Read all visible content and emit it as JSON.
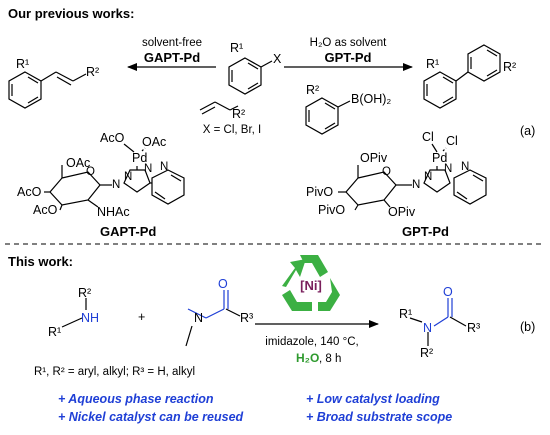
{
  "previous": {
    "heading": "Our previous works:",
    "left_condition": "solvent-free",
    "left_catalyst": "GAPT-Pd",
    "right_condition": "H₂O as solvent",
    "right_catalyst": "GPT-Pd",
    "halide_label": "X = Cl, Br, I",
    "aryl_sub": "R¹",
    "aryl_x": "X",
    "alkene_sub": "R²",
    "product_left_r1": "R¹",
    "product_left_r2": "R²",
    "product_right_r1": "R¹",
    "product_right_r2": "R²",
    "boronic_r2": "R²",
    "boronic_group": "B(OH)₂",
    "panel_label": "(a)",
    "gapt_name": "GAPT-Pd",
    "gpt_name": "GPT-Pd",
    "gapt_labels": {
      "oac_top1": "AcO",
      "oac_top2": "OAc",
      "pd": "Pd",
      "oac_sugar1": "OAc",
      "oac_sugar2": "AcO",
      "oac_sugar3": "AcO",
      "nhac": "NHAc",
      "o": "O",
      "n1": "N",
      "n2": "N",
      "n3": "N",
      "npy": "N"
    },
    "gpt_labels": {
      "cl1": "Cl",
      "cl2": "Cl",
      "pd": "Pd",
      "opiv1": "OPiv",
      "opiv2": "PivO",
      "opiv3": "PivO",
      "opiv4": "OPiv",
      "o": "O",
      "n1": "N",
      "n2": "N",
      "n3": "N",
      "npy": "N"
    }
  },
  "current": {
    "heading": "This work:",
    "amine_r2": "R²",
    "amine_r1": "R¹",
    "amine_nh": "NH",
    "plus": "+",
    "amide_o": "O",
    "amide_n": "N",
    "amide_r3": "R³",
    "catalyst": "[Ni]",
    "conditions_1": "imidazole, 140 °C,",
    "conditions_water": "H₂O",
    "conditions_time": ", 8 h",
    "product_r1": "R¹",
    "product_n": "N",
    "product_r2": "R²",
    "product_o": "O",
    "product_r3": "R³",
    "substituents": "R¹, R² = aryl, alkyl; R³ = H, alkyl",
    "panel_label": "(b)",
    "advantages": [
      "+ Aqueous phase reaction",
      "+ Nickel catalyst can be reused",
      "+ Low catalyst loading",
      "+ Broad substrate scope"
    ]
  },
  "colors": {
    "accent_blue": "#1f3fd6",
    "recycle_green": "#3cb043",
    "water_green": "#2e9a2e",
    "catalyst_purple": "#7a1f5c"
  },
  "icons": [
    "recycle-icon"
  ]
}
